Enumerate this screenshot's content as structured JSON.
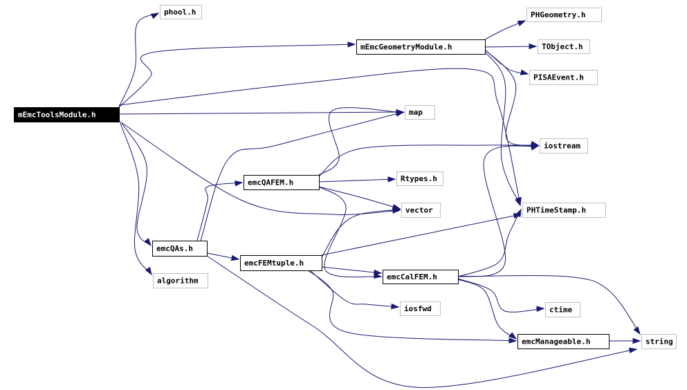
{
  "graph": {
    "edge_color": "#191970",
    "nodes": [
      {
        "id": "mEmcToolsModule",
        "label": "mEmcToolsModule.h",
        "style": "root"
      },
      {
        "id": "phool",
        "label": "phool.h",
        "style": "external"
      },
      {
        "id": "mEmcGeometryModule",
        "label": "mEmcGeometryModule.h",
        "style": "documented"
      },
      {
        "id": "PHGeometry",
        "label": "PHGeometry.h",
        "style": "external"
      },
      {
        "id": "TObject",
        "label": "TObject.h",
        "style": "external"
      },
      {
        "id": "PISAEvent",
        "label": "PISAEvent.h",
        "style": "external"
      },
      {
        "id": "map",
        "label": "map",
        "style": "external"
      },
      {
        "id": "iostream",
        "label": "iostream",
        "style": "external"
      },
      {
        "id": "emcQAFEM",
        "label": "emcQAFEM.h",
        "style": "documented"
      },
      {
        "id": "Rtypes",
        "label": "Rtypes.h",
        "style": "external"
      },
      {
        "id": "vector",
        "label": "vector",
        "style": "external"
      },
      {
        "id": "PHTimeStamp",
        "label": "PHTimeStamp.h",
        "style": "external"
      },
      {
        "id": "emcQAs",
        "label": "emcQAs.h",
        "style": "documented"
      },
      {
        "id": "emcFEMtuple",
        "label": "emcFEMtuple.h",
        "style": "documented"
      },
      {
        "id": "algorithm",
        "label": "algorithm",
        "style": "external"
      },
      {
        "id": "emcCalFEM",
        "label": "emcCalFEM.h",
        "style": "documented"
      },
      {
        "id": "iosfwd",
        "label": "iosfwd",
        "style": "external"
      },
      {
        "id": "ctime",
        "label": "ctime",
        "style": "external"
      },
      {
        "id": "emcManageable",
        "label": "emcManageable.h",
        "style": "documented"
      },
      {
        "id": "string",
        "label": "string",
        "style": "external"
      }
    ],
    "edges": [
      {
        "from": "mEmcToolsModule",
        "to": "phool"
      },
      {
        "from": "mEmcToolsModule",
        "to": "mEmcGeometryModule"
      },
      {
        "from": "mEmcToolsModule",
        "to": "map"
      },
      {
        "from": "mEmcToolsModule",
        "to": "PHTimeStamp"
      },
      {
        "from": "mEmcToolsModule",
        "to": "vector"
      },
      {
        "from": "mEmcToolsModule",
        "to": "emcQAs"
      },
      {
        "from": "mEmcToolsModule",
        "to": "algorithm"
      },
      {
        "from": "mEmcGeometryModule",
        "to": "PHGeometry"
      },
      {
        "from": "mEmcGeometryModule",
        "to": "TObject"
      },
      {
        "from": "mEmcGeometryModule",
        "to": "PISAEvent"
      },
      {
        "from": "mEmcGeometryModule",
        "to": "iostream"
      },
      {
        "from": "mEmcGeometryModule",
        "to": "PHTimeStamp"
      },
      {
        "from": "emcQAs",
        "to": "emcQAFEM"
      },
      {
        "from": "emcQAs",
        "to": "emcFEMtuple"
      },
      {
        "from": "emcQAs",
        "to": "map"
      },
      {
        "from": "emcQAs",
        "to": "string"
      },
      {
        "from": "emcQAFEM",
        "to": "map"
      },
      {
        "from": "emcQAFEM",
        "to": "iostream"
      },
      {
        "from": "emcQAFEM",
        "to": "Rtypes"
      },
      {
        "from": "emcQAFEM",
        "to": "vector"
      },
      {
        "from": "emcQAFEM",
        "to": "emcCalFEM"
      },
      {
        "from": "emcFEMtuple",
        "to": "vector"
      },
      {
        "from": "emcFEMtuple",
        "to": "PHTimeStamp"
      },
      {
        "from": "emcFEMtuple",
        "to": "emcCalFEM"
      },
      {
        "from": "emcFEMtuple",
        "to": "iosfwd"
      },
      {
        "from": "emcFEMtuple",
        "to": "emcManageable"
      },
      {
        "from": "emcCalFEM",
        "to": "iostream"
      },
      {
        "from": "emcCalFEM",
        "to": "PHTimeStamp"
      },
      {
        "from": "emcCalFEM",
        "to": "ctime"
      },
      {
        "from": "emcCalFEM",
        "to": "emcManageable"
      },
      {
        "from": "emcCalFEM",
        "to": "string"
      },
      {
        "from": "emcManageable",
        "to": "string"
      }
    ]
  }
}
